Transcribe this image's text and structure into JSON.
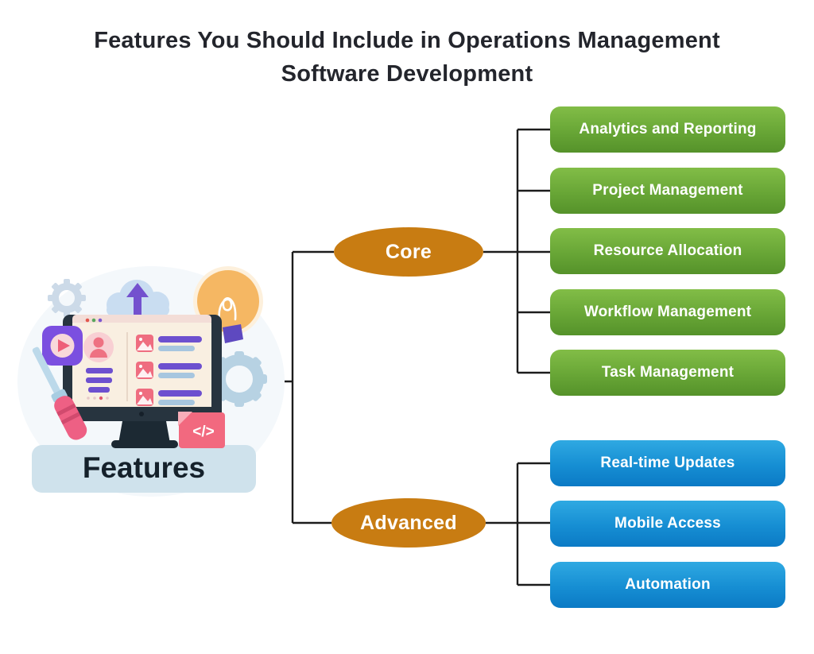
{
  "title": {
    "line1": "Features You Should Include in Operations Management",
    "line2": "Software Development"
  },
  "root": {
    "label": "Features"
  },
  "branches": [
    {
      "label": "Core",
      "items": [
        "Analytics and Reporting",
        "Project Management",
        "Resource Allocation",
        "Workflow Management",
        "Task Management"
      ]
    },
    {
      "label": "Advanced",
      "items": [
        "Real-time Updates",
        "Mobile Access",
        "Automation"
      ]
    }
  ],
  "illustration": {
    "banner_label": "Features",
    "code_glyph": "</>",
    "icon_names": [
      "gear-icon",
      "cloud-upload-icon",
      "lightbulb-icon",
      "play-button-icon",
      "monitor-icon",
      "avatar-icon",
      "screwdriver-icon",
      "code-file-icon"
    ]
  },
  "colors": {
    "branch_node": "#c87c12",
    "core_item_top": "#82bd47",
    "core_item_bottom": "#55922a",
    "advanced_item_top": "#2fa9e2",
    "advanced_item_bottom": "#0b7ac5",
    "connector": "#1c1c1c",
    "item_text": "#ffffff",
    "title_text": "#23252c",
    "banner_bg": "#cfe2ec",
    "banner_text": "#15212b"
  }
}
